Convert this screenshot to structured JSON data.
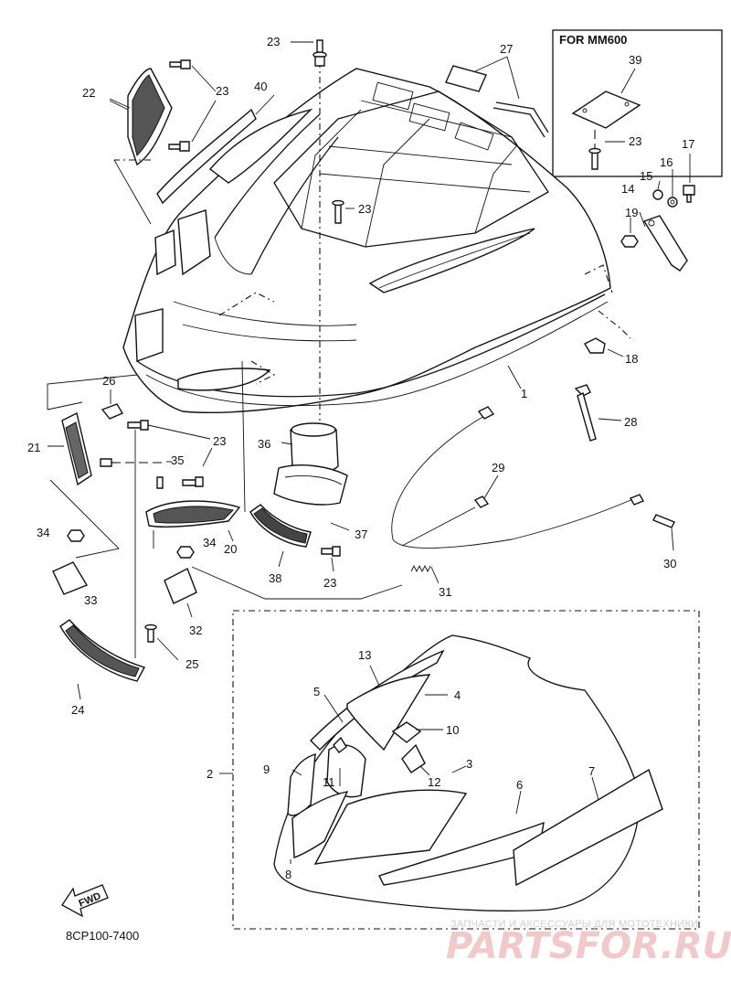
{
  "box": {
    "title": "FOR MM600"
  },
  "callouts": {
    "c1": "1",
    "c2": "2",
    "c3": "3",
    "c4": "4",
    "c5": "5",
    "c6": "6",
    "c7": "7",
    "c8": "8",
    "c9": "9",
    "c10": "10",
    "c11": "11",
    "c12": "12",
    "c13": "13",
    "c14": "14",
    "c15": "15",
    "c16": "16",
    "c17": "17",
    "c18": "18",
    "c19": "19",
    "c20": "20",
    "c21": "21",
    "c22": "22",
    "c23": "23",
    "c24": "24",
    "c25": "25",
    "c26": "26",
    "c27": "27",
    "c28": "28",
    "c29": "29",
    "c30": "30",
    "c31": "31",
    "c32": "32",
    "c33": "33",
    "c34": "34",
    "c35": "35",
    "c36": "36",
    "c37": "37",
    "c38": "38",
    "c39": "39",
    "c40": "40"
  },
  "fwd": "FWD",
  "ref_code": "8CP100-7400",
  "watermark": {
    "tagline": "ЗАПЧАСТИ И АКСЕССУАРЫ ДЛЯ МОТОТЕХНИКИ",
    "brand": "PARTSFOR.RU"
  }
}
